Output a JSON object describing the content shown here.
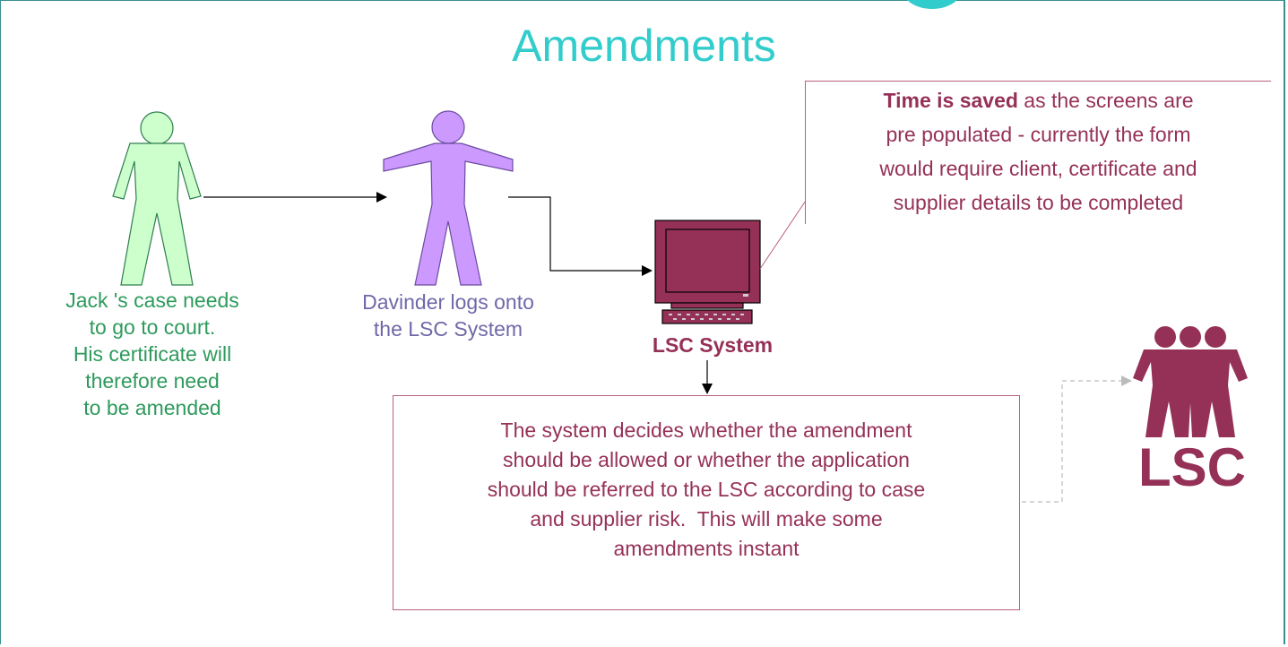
{
  "title": "Amendments",
  "jack": {
    "lines": [
      "Jack 's case needs",
      "to go to court.",
      "His certificate will",
      "therefore need",
      "to be amended"
    ]
  },
  "davinder": {
    "lines": [
      "Davinder logs onto",
      "the LSC System"
    ]
  },
  "system": {
    "label": "LSC System"
  },
  "note": {
    "bold": "Time is saved",
    "rest_line1": " as the screens are",
    "line2": "pre populated - currently the form",
    "line3": "would require client, certificate and",
    "line4": "supplier details to be completed"
  },
  "decision": {
    "lines": [
      "The system decides whether the amendment",
      "should be allowed or whether the application",
      "should be referred to the LSC according to case",
      "and supplier risk.  This will make some",
      "amendments instant"
    ]
  },
  "lsc_logo": {
    "label": "LSC"
  },
  "colors": {
    "title": "#33cccc",
    "jack": "#ccffcc",
    "davinder": "#cc99ff",
    "lsc": "#953157"
  }
}
